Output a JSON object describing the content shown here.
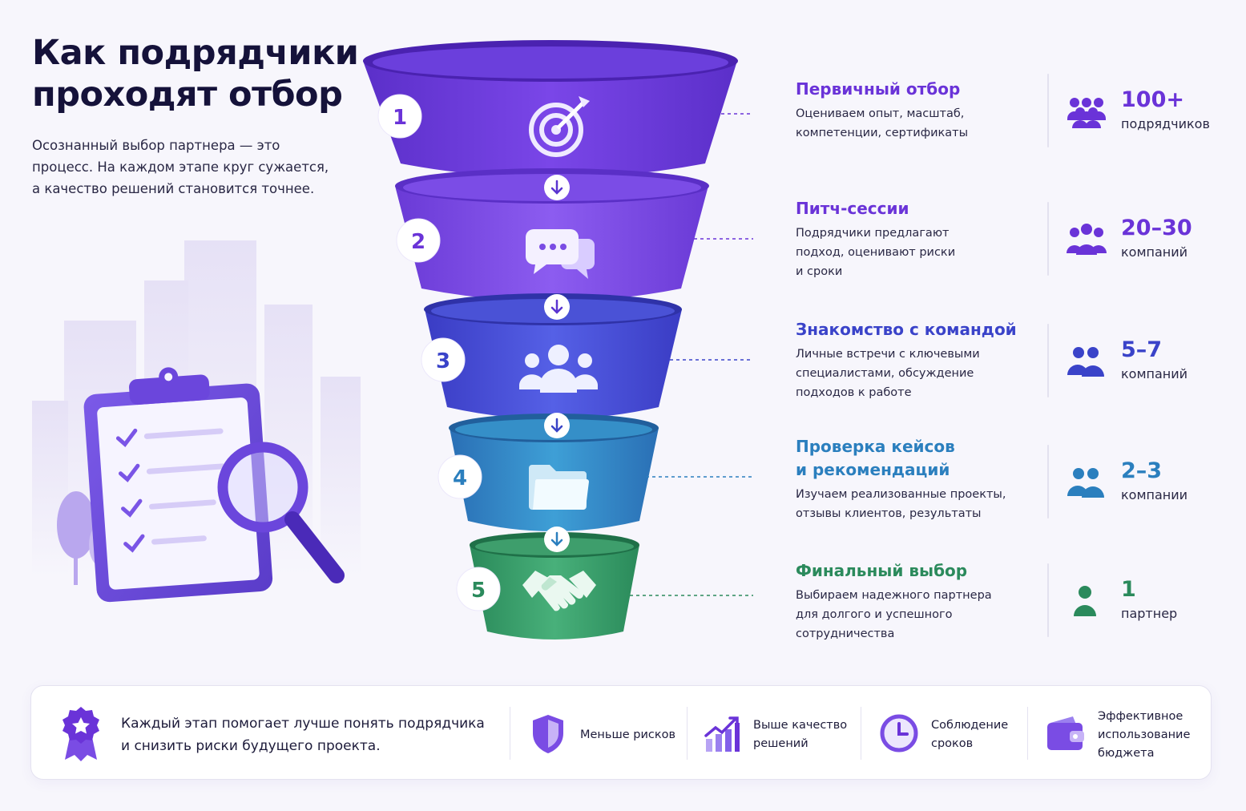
{
  "header": {
    "title_lines": [
      "Как подрядчики",
      "проходят отбор"
    ],
    "subtitle_lines": [
      "Осознанный выбор партнера — это",
      "процесс. На каждом этапе круг сужается,",
      "а качество решений становится точнее."
    ]
  },
  "stages": [
    {
      "number": "1",
      "icon": "target-icon",
      "title_lines": [
        "Первичный отбор"
      ],
      "desc_lines": [
        "Оцениваем опыт, масштаб,",
        "компетенции, сертификаты"
      ],
      "stat_value": "100+",
      "stat_unit": "подрядчиков",
      "color": "#6a33d8"
    },
    {
      "number": "2",
      "icon": "chat-bubbles-icon",
      "title_lines": [
        "Питч-сессии"
      ],
      "desc_lines": [
        "Подрядчики предлагают",
        "подход, оценивают риски",
        "и сроки"
      ],
      "stat_value": "20–30",
      "stat_unit": "компаний",
      "color": "#6a33d8"
    },
    {
      "number": "3",
      "icon": "team-icon",
      "title_lines": [
        "Знакомство с командой"
      ],
      "desc_lines": [
        "Личные встречи с ключевыми",
        "специалистами, обсуждение",
        "подходов к работе"
      ],
      "stat_value": "5–7",
      "stat_unit": "компаний",
      "color": "#3a43c9"
    },
    {
      "number": "4",
      "icon": "folder-icon",
      "title_lines": [
        "Проверка кейсов",
        "и рекомендаций"
      ],
      "desc_lines": [
        "Изучаем реализованные проекты,",
        "отзывы клиентов, результаты"
      ],
      "stat_value": "2–3",
      "stat_unit": "компании",
      "color": "#2b7fbe"
    },
    {
      "number": "5",
      "icon": "handshake-icon",
      "title_lines": [
        "Финальный выбор"
      ],
      "desc_lines": [
        "Выбираем надежного партнера",
        "для долгого и успешного",
        "сотрудничества"
      ],
      "stat_value": "1",
      "stat_unit": "партнер",
      "color": "#2b8a5c"
    }
  ],
  "bottom_bar": {
    "main_lines": [
      "Каждый этап помогает лучше понять подрядчика",
      "и снизить риски будущего проекта."
    ],
    "benefits": [
      {
        "icon": "shield-icon",
        "lines": [
          "Меньше рисков"
        ]
      },
      {
        "icon": "growth-chart-icon",
        "lines": [
          "Выше качество",
          "решений"
        ]
      },
      {
        "icon": "clock-icon",
        "lines": [
          "Соблюдение",
          "сроков"
        ]
      },
      {
        "icon": "wallet-icon",
        "lines": [
          "Эффективное",
          "использование",
          "бюджета"
        ]
      }
    ]
  },
  "colors": {
    "accent": "#6a33d8",
    "title": "#15123a"
  }
}
